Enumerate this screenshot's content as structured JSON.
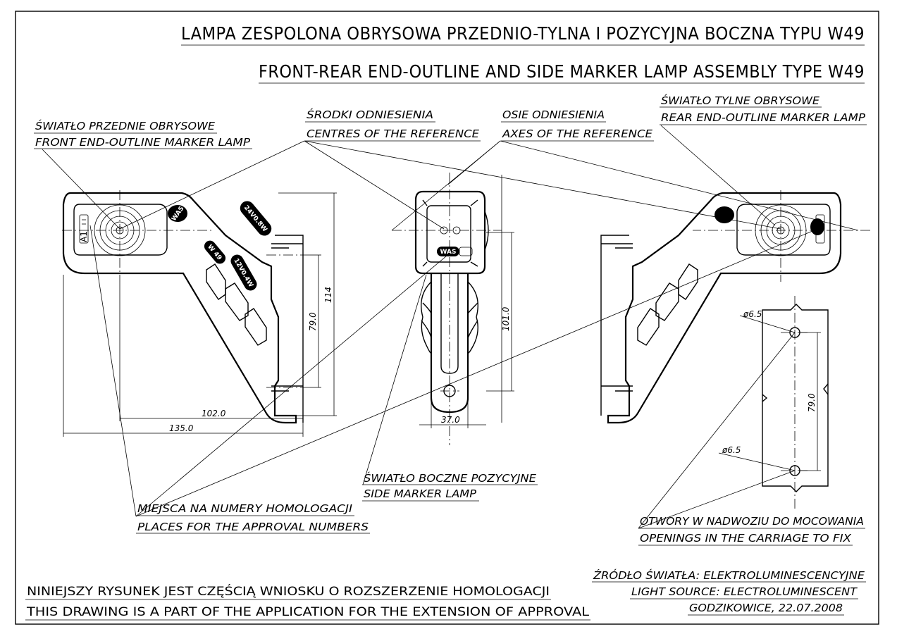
{
  "title": {
    "line1": "LAMPA  ZESPOLONA OBRYSOWA PRZEDNIO-TYLNA I POZYCYJNA BOCZNA TYPU W49",
    "line2": "FRONT-REAR END-OUTLINE AND SIDE MARKER LAMP ASSEMBLY TYPE W49"
  },
  "labels": {
    "front_pl": "ŚWIATŁO PRZEDNIE OBRYSOWE",
    "front_en": "FRONT END-OUTLINE MARKER LAMP",
    "centres_pl": "ŚRODKI ODNIESIENIA",
    "centres_en": "CENTRES OF THE REFERENCE",
    "axes_pl": "OSIE ODNIESIENIA",
    "axes_en": "AXES OF THE REFERENCE",
    "rear_pl": "ŚWIATŁO TYLNE OBRYSOWE",
    "rear_en": "REAR END-OUTLINE MARKER LAMP",
    "side_pl": "ŚWIATŁO BOCZNE POZYCYJNE",
    "side_en": "SIDE MARKER LAMP",
    "approval_pl": "MIEJSCA NA NUMERY HOMOLOGACJI",
    "approval_en": "PLACES FOR THE APPROVAL NUMBERS",
    "openings_pl": "OTWORY W NADWOZIU DO MOCOWANIA",
    "openings_en": "OPENINGS IN THE CARRIAGE TO FIX"
  },
  "dimensions": {
    "w135": "135.0",
    "w102": "102.0",
    "h114": "114",
    "h79a": "79.0",
    "w37": "37.0",
    "h101": "101.0",
    "h79b": "79.0",
    "hole1": "ø6.5",
    "hole2": "ø6.5"
  },
  "markings": {
    "v24": "24V0.8W",
    "v12": "12V0.4W",
    "type": "W 49",
    "brand": "WAS",
    "approval_code": "A1"
  },
  "footer": {
    "note_pl": "NINIEJSZY RYSUNEK JEST CZĘŚCIĄ WNIOSKU O ROZSZERZENIE HOMOLOGACJI",
    "note_en": "THIS DRAWING IS A PART OF THE APPLICATION FOR THE EXTENSION OF APPROVAL",
    "source_pl": "ŹRÓDŁO ŚWIATŁA: ELEKTROLUMINESCENCYJNE",
    "source_en": "LIGHT SOURCE: ELECTROLUMINESCENT",
    "place_date": "GODZIKOWICE, 22.07.2008"
  }
}
